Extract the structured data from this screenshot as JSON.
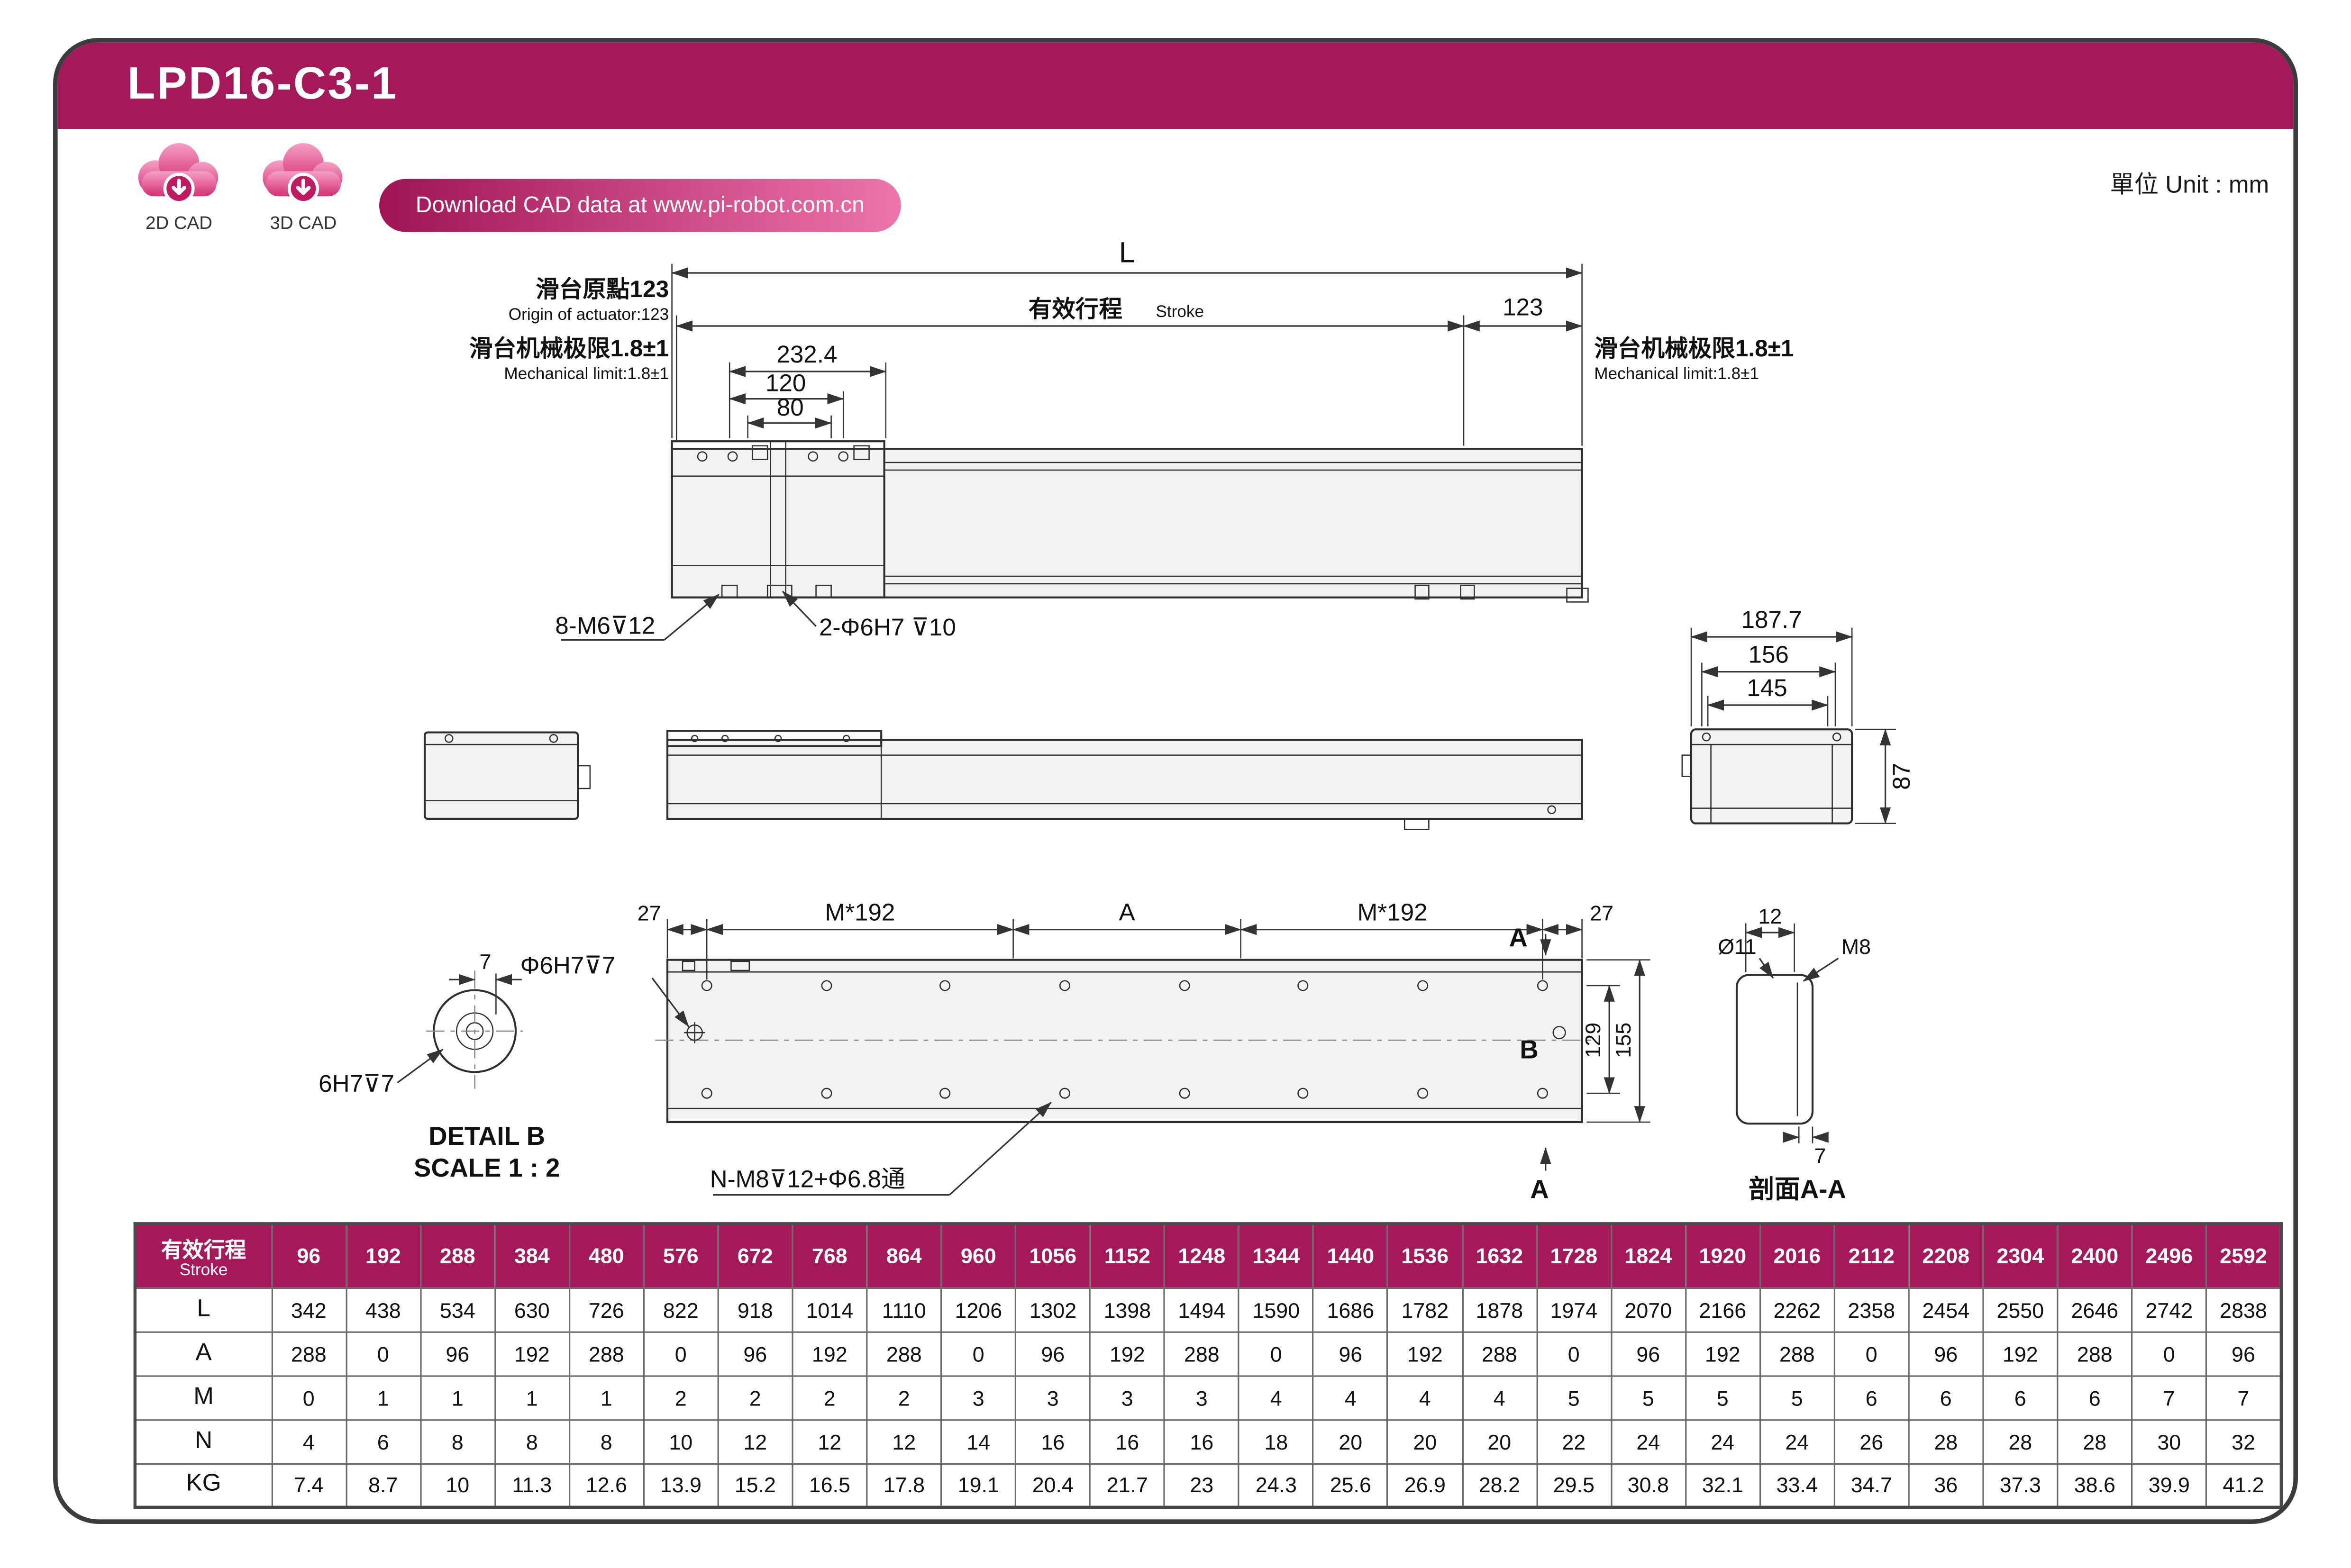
{
  "colors": {
    "accent": "#a5195b",
    "pill_gradient_end": "#ee74ab"
  },
  "header": {
    "title": "LPD16-C3-1"
  },
  "meta": {
    "unit": "單位 Unit : mm"
  },
  "cad": {
    "button": "Download CAD data at www.pi-robot.com.cn",
    "icon2d": "2D CAD",
    "icon3d": "3D CAD"
  },
  "top_view": {
    "L": "L",
    "d123": "123",
    "stroke_zh": "有效行程",
    "stroke_en": "Stroke",
    "origin_zh": "滑台原點123",
    "origin_en": "Origin of actuator:123",
    "mech_zh": "滑台机械极限1.8±1",
    "mech_en": "Mechanical limit:1.8±1",
    "d232": "232.4",
    "d120": "120",
    "d80": "80",
    "c_m6": "8-M6⊽12",
    "c_6h7": "2-Φ6H7 ⊽10"
  },
  "side_view": {
    "d187": "187.7",
    "d156": "156",
    "d145": "145",
    "d87": "87"
  },
  "bottom_view": {
    "d27": "27",
    "m192": "M*192",
    "dA": "A",
    "sec_label": "A",
    "c_6h7": "Φ6H7⊽7",
    "d129": "129",
    "d155": "155",
    "B": "B",
    "c_nm8": "N-M8⊽12+Φ6.8通"
  },
  "detail_b": {
    "d7": "7",
    "c_6h7": "6H7⊽7",
    "title": "DETAIL B",
    "scale": "SCALE 1 : 2"
  },
  "section_aa": {
    "d12": "12",
    "d11": "Ø11",
    "m8": "M8",
    "d7": "7",
    "title": "剖面A-A"
  },
  "table": {
    "header_zh": "有效行程",
    "header_en": "Stroke",
    "stroke": [
      96,
      192,
      288,
      384,
      480,
      576,
      672,
      768,
      864,
      960,
      1056,
      1152,
      1248,
      1344,
      1440,
      1536,
      1632,
      1728,
      1824,
      1920,
      2016,
      2112,
      2208,
      2304,
      2400,
      2496,
      2592
    ],
    "rows": [
      {
        "label": "L",
        "values": [
          342,
          438,
          534,
          630,
          726,
          822,
          918,
          1014,
          1110,
          1206,
          1302,
          1398,
          1494,
          1590,
          1686,
          1782,
          1878,
          1974,
          2070,
          2166,
          2262,
          2358,
          2454,
          2550,
          2646,
          2742,
          2838
        ]
      },
      {
        "label": "A",
        "values": [
          288,
          0,
          96,
          192,
          288,
          0,
          96,
          192,
          288,
          0,
          96,
          192,
          288,
          0,
          96,
          192,
          288,
          0,
          96,
          192,
          288,
          0,
          96,
          192,
          288,
          0,
          96
        ]
      },
      {
        "label": "M",
        "values": [
          0,
          1,
          1,
          1,
          1,
          2,
          2,
          2,
          2,
          3,
          3,
          3,
          3,
          4,
          4,
          4,
          4,
          5,
          5,
          5,
          5,
          6,
          6,
          6,
          6,
          7,
          7
        ]
      },
      {
        "label": "N",
        "values": [
          4,
          6,
          8,
          8,
          8,
          10,
          12,
          12,
          12,
          14,
          16,
          16,
          16,
          18,
          20,
          20,
          20,
          22,
          24,
          24,
          24,
          26,
          28,
          28,
          28,
          30,
          32
        ]
      },
      {
        "label": "KG",
        "values": [
          7.4,
          8.7,
          10,
          11.3,
          12.6,
          13.9,
          15.2,
          16.5,
          17.8,
          19.1,
          20.4,
          21.7,
          23,
          24.3,
          25.6,
          26.9,
          28.2,
          29.5,
          30.8,
          32.1,
          33.4,
          34.7,
          36,
          37.3,
          38.6,
          39.9,
          41.2
        ]
      }
    ]
  }
}
